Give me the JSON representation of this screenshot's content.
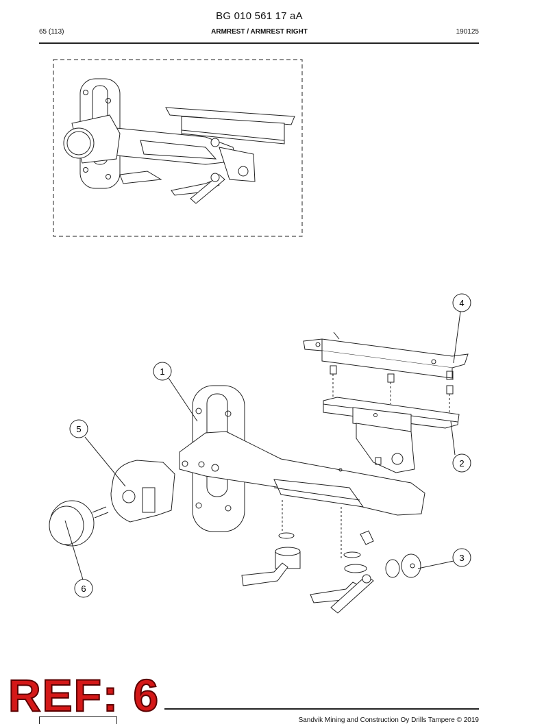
{
  "header": {
    "doc_number": "BG 010 561 17 aA",
    "page": "65 (113)",
    "title": "ARMREST / ARMREST RIGHT",
    "date": "190125"
  },
  "callouts": [
    "1",
    "2",
    "3",
    "4",
    "5",
    "6"
  ],
  "stamp": "REF: 6",
  "footer": {
    "copyright": "Sandvik Mining and Construction Oy Drills Tampere © 2019"
  }
}
